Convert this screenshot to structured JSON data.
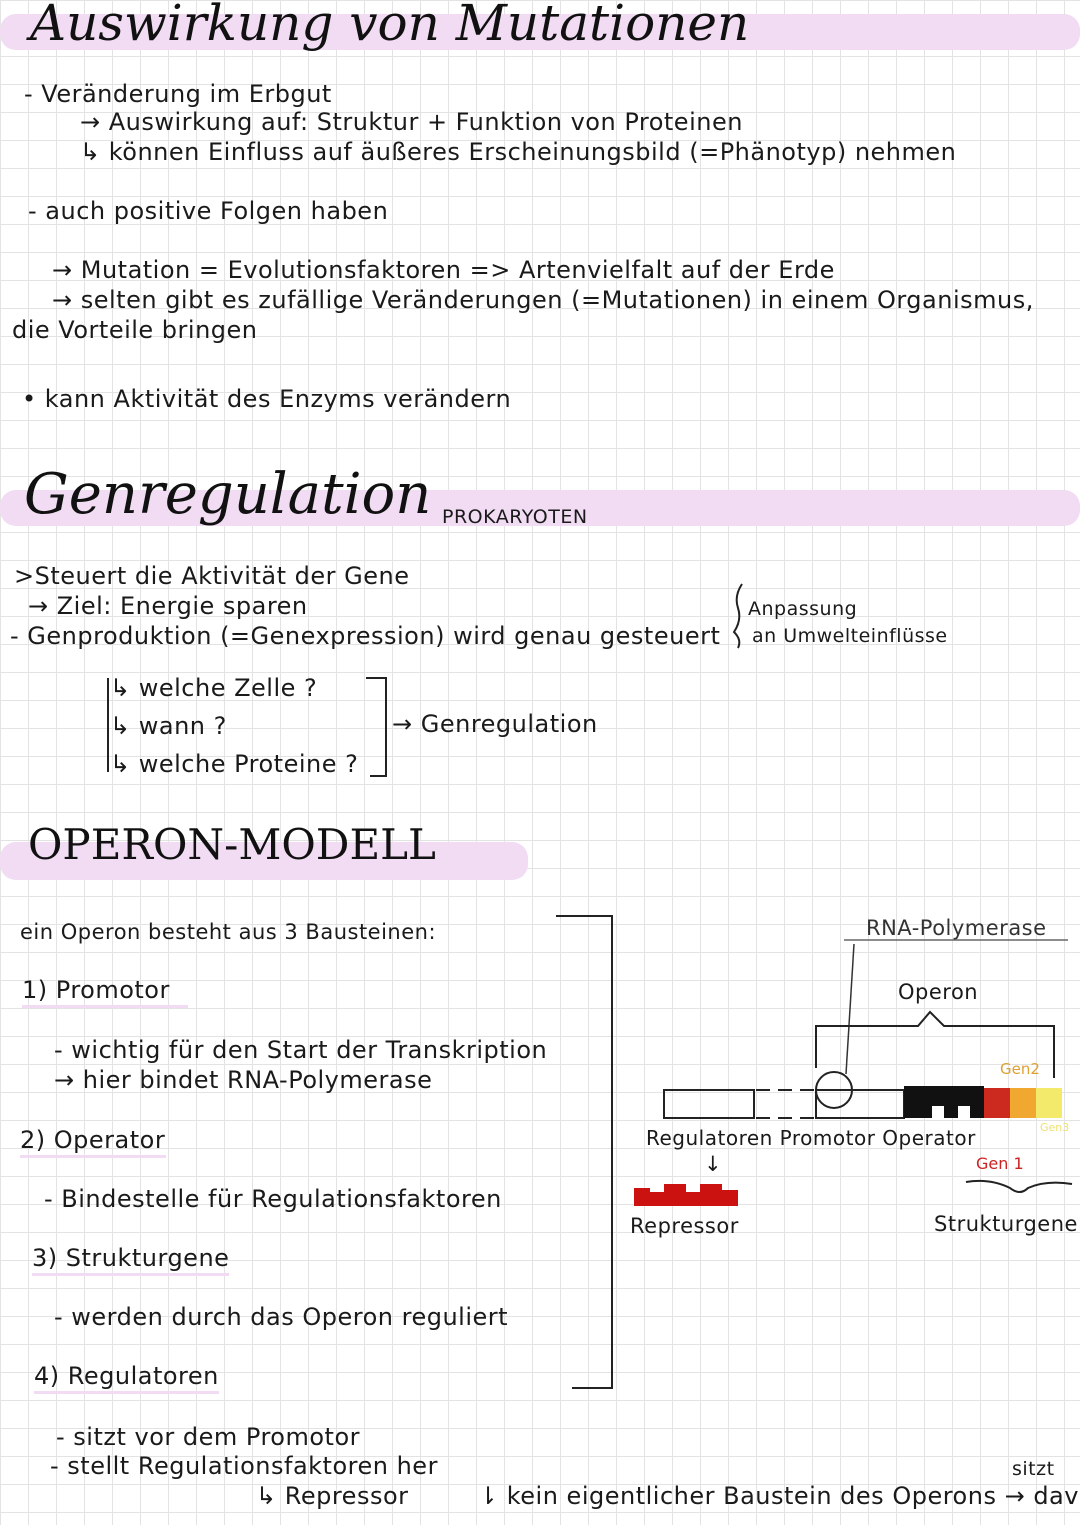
{
  "section1": {
    "title": "Auswirkung von Mutationen",
    "line1": "- Veränderung im Erbgut",
    "line2": "→ Auswirkung auf: Struktur + Funktion von Proteinen",
    "line3": "↳ können Einfluss auf äußeres Erscheinungsbild (=Phänotyp) nehmen",
    "line4": "- auch positive Folgen haben",
    "line5": "→ Mutation = Evolutionsfaktoren => Artenvielfalt auf der Erde",
    "line6": "→ selten gibt es zufällige Veränderungen (=Mutationen) in einem Organismus,",
    "line7": "die Vorteile bringen",
    "line8": "• kann Aktivität des Enzyms verändern"
  },
  "section2": {
    "title": "Genregulation",
    "subtitle": "PROKARYOTEN",
    "line1": ">Steuert die Aktivität der Gene",
    "line2": "→ Ziel: Energie sparen",
    "line3": "- Genproduktion (=Genexpression) wird genau gesteuert",
    "note1": "Anpassung",
    "note2": "an Umwelteinflüsse",
    "q1": "↳ welche Zelle ?",
    "q2": "↳ wann ?",
    "q3": "↳ welche Proteine ?",
    "result": "→ Genregulation"
  },
  "section3": {
    "title": "OPERON-MODELL",
    "intro": "ein Operon besteht aus 3 Bausteinen:",
    "h1": "1) Promotor",
    "p1a": "- wichtig für den Start der Transkription",
    "p1b": "→ hier bindet RNA-Polymerase",
    "h2": "2) Operator",
    "p2": "- Bindestelle für Regulationsfaktoren",
    "h3": "3) Strukturgene",
    "p3": "- werden durch das Operon reguliert",
    "h4": "4) Regulatoren",
    "p4a": "- sitzt vor dem Promotor",
    "p4b": "- stellt Regulationsfaktoren her",
    "p4c": "↳ Repressor",
    "footnote": "⇂ kein eigentlicher Baustein des Operons → davor",
    "footnote_top": "sitzt"
  },
  "diagram": {
    "rna_pol": "RNA-Polymerase",
    "operon": "Operon",
    "gen2": "Gen2",
    "gen3": "Gen3",
    "gen1": "Gen 1",
    "labels": "Regulatoren Promotor Operator",
    "arrow": "↓",
    "repressor": "Repressor",
    "strukturgene": "Strukturgene",
    "colors": {
      "repressor": "#cc1111",
      "operator": "#111111",
      "gen1": "#cc2a1f",
      "gen2": "#f0a830",
      "gen3": "#f3e96a",
      "highlight": "#f1dcf3"
    }
  }
}
